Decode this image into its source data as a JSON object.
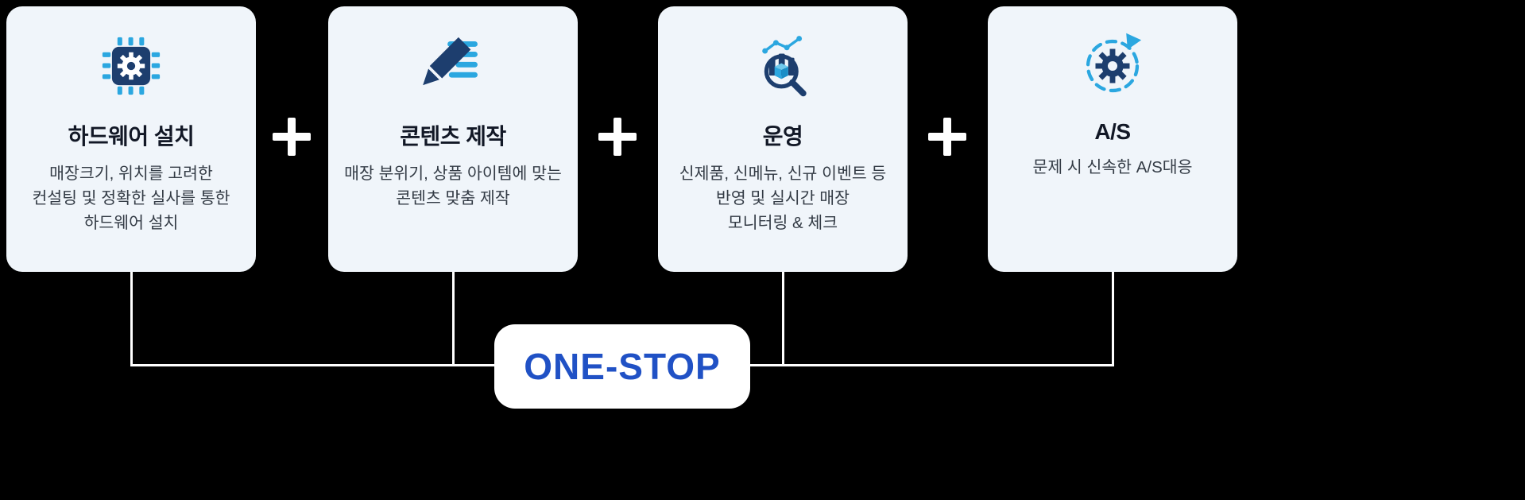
{
  "colors": {
    "icon_navy": "#1d3e6e",
    "icon_light_blue": "#2ba7e0",
    "card_background": "#f0f5fa",
    "onestop_blue": "#2051c5",
    "connector_white": "#ffffff"
  },
  "cards": [
    {
      "icon": "chip-gear-icon",
      "title": "하드웨어 설치",
      "lines": [
        "매장크기, 위치를 고려한",
        "컨설팅 및 정확한 실사를 통한",
        "하드웨어 설치"
      ]
    },
    {
      "icon": "pen-content-icon",
      "title": "콘텐츠 제작",
      "lines": [
        "매장 분위기, 상품 아이템에 맞는",
        "콘텐츠 맞춤 제작"
      ]
    },
    {
      "icon": "analytics-magnifier-icon",
      "title": "운영",
      "lines": [
        "신제품, 신메뉴, 신규 이벤트 등",
        "반영 및 실시간 매장",
        "모니터링 & 체크"
      ]
    },
    {
      "icon": "gear-cycle-icon",
      "title": "A/S",
      "lines": [
        "문제 시 신속한 A/S대응"
      ]
    }
  ],
  "plus_symbol": "+",
  "onestop": {
    "label": "ONE-STOP"
  }
}
